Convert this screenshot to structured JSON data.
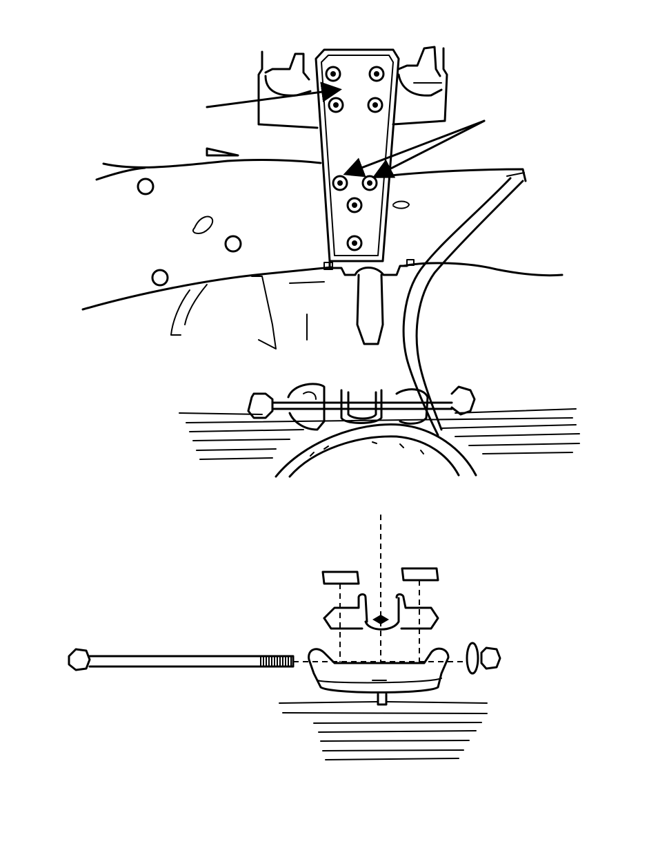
{
  "figure": {
    "colors": {
      "ink": "#000000",
      "paper": "#ffffff"
    },
    "upper_view": {
      "callout_arrows": 3
    },
    "lower_view": {
      "exploded_parts": [
        "bolt",
        "insulator",
        "retainer",
        "bracket",
        "washer",
        "nut"
      ]
    }
  }
}
